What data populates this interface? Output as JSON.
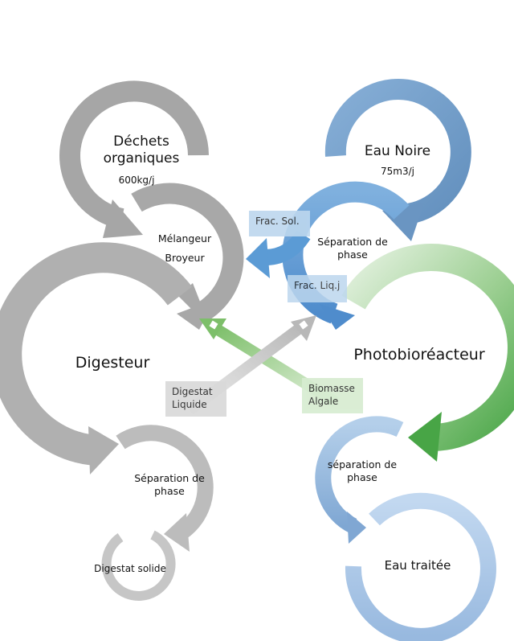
{
  "diagram": {
    "nodes": {
      "dechets": {
        "title_line1": "Déchets",
        "title_line2": "organiques",
        "sub": "600kg/j"
      },
      "eau_noire": {
        "title": "Eau Noire",
        "sub": "75m3/j"
      },
      "melangeur": {
        "line1": "Mélangeur",
        "line2": "Broyeur"
      },
      "sep_top": {
        "line1": "Séparation de",
        "line2": "phase"
      },
      "digesteur": {
        "title": "Digesteur"
      },
      "photo": {
        "title": "Photobioréacteur"
      },
      "sep_left": {
        "line1": "Séparation de",
        "line2": "phase"
      },
      "sep_right": {
        "line1": "séparation de",
        "line2": "phase"
      },
      "digestat_solide": {
        "title": "Digestat solide"
      },
      "eau_traitee": {
        "title": "Eau traitée"
      }
    },
    "labels": {
      "frac_sol": "Frac. Sol.",
      "frac_liq": "Frac. Liq.j",
      "digestat_liquide_1": "Digestat",
      "digestat_liquide_2": "Liquide",
      "biomasse_1": "Biomasse",
      "biomasse_2": "Algale"
    },
    "colors": {
      "gray_dark": "#a6a6a6",
      "gray_mid": "#b3b3b3",
      "gray_light": "#c8c8c8",
      "blue_dark": "#6f9bc6",
      "blue_mid": "#5b9bd5",
      "blue_light": "#a9c6e6",
      "green": "#5aae55",
      "green_light": "#c9e3c2",
      "box_blue": "#bdd7ee",
      "box_gray": "#d9d9d9",
      "box_green": "#d6ecd0"
    }
  }
}
